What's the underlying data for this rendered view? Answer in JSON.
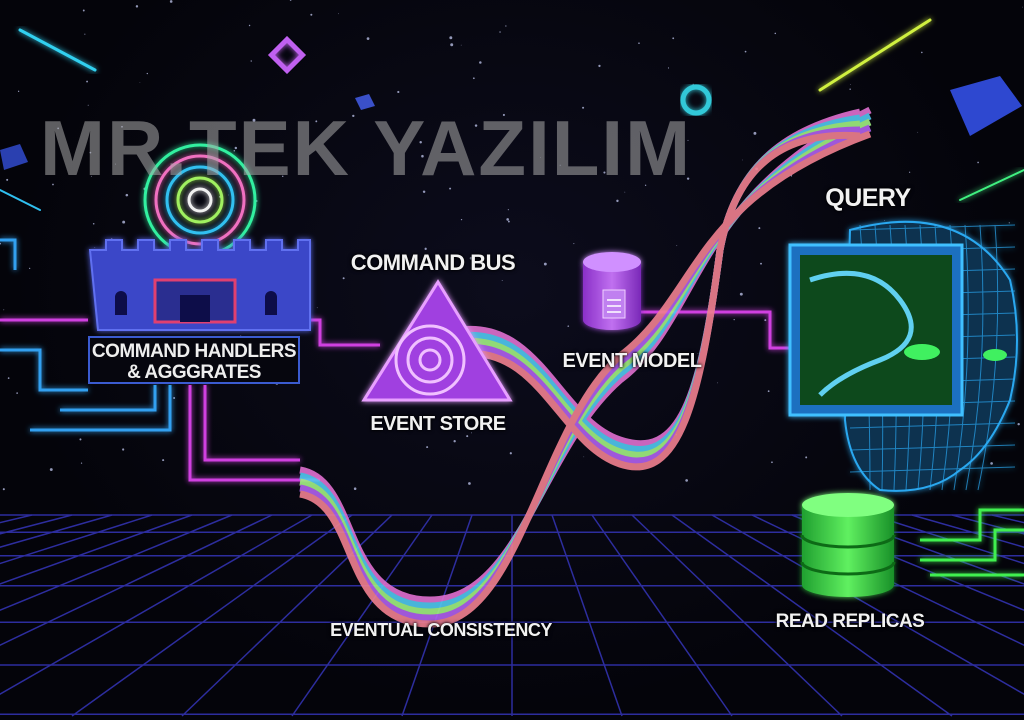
{
  "labels": {
    "command_handlers": [
      "COMMAND HANDLERS",
      "& AGGGRATES"
    ],
    "command_bus": "COMMAND BUS",
    "event_store": "EVENT STORE",
    "event_model": "EVENT MODEL",
    "query": "QUERY",
    "eventual_consistency": "EVENTUAL CONSISTENCY",
    "read_replicas": "READ REPLICAS"
  },
  "watermark": "MR.TEK YAZILIM",
  "colors": {
    "castle": "#3b46c8",
    "event_store": "#a040e0",
    "query_head": "#2aa8f0",
    "read_replicas": "#30e040",
    "grid": "#2a2a9a",
    "stream_colors": [
      "#e070d0",
      "#50c8f0",
      "#a0f080",
      "#b060f0",
      "#f08090"
    ]
  }
}
